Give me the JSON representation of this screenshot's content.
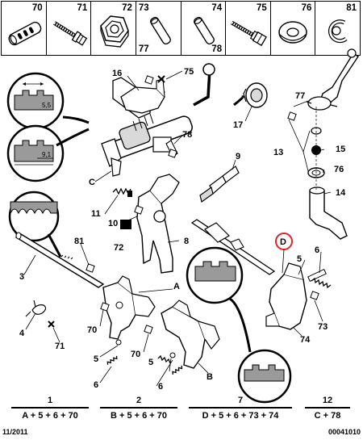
{
  "legend": [
    "70",
    "71",
    "72",
    "73",
    "74",
    "75",
    "76",
    "81",
    "77",
    "78"
  ],
  "callouts": {
    "c1": "1",
    "c2": "2",
    "c3": "3",
    "c4": "4",
    "c5a": "5",
    "c5b": "5",
    "c5c": "5",
    "c6a": "6",
    "c6b": "6",
    "c6c": "6",
    "c7": "7",
    "c8": "8",
    "c9": "9",
    "c10": "10",
    "c11": "11",
    "c12": "12",
    "c13": "13",
    "c14": "14",
    "c15": "15",
    "c16": "16",
    "c17": "17",
    "c70a": "70",
    "c70b": "70",
    "c71": "71",
    "c72": "72",
    "c73": "73",
    "c74": "74",
    "c75": "75",
    "c76": "76",
    "c77": "77",
    "c78": "78",
    "c81": "81",
    "cA": "A",
    "cB": "B",
    "cC": "C",
    "cD": "D"
  },
  "dims": {
    "d1": "5,5",
    "d2": "9,1"
  },
  "kits": [
    {
      "num": "1",
      "formula": "A + 5 + 6 + 70"
    },
    {
      "num": "2",
      "formula": "B + 5 + 6 + 70"
    },
    {
      "num": "7",
      "formula": "D + 5 + 6 + 73 + 74"
    },
    {
      "num": "12",
      "formula": "C + 78"
    }
  ],
  "footer": {
    "date": "11/2011",
    "code": "00041010"
  },
  "colors": {
    "highlight": "#e0242b",
    "ink": "#000000",
    "grey": "#9a9a9a",
    "light": "#d9d9d9"
  }
}
